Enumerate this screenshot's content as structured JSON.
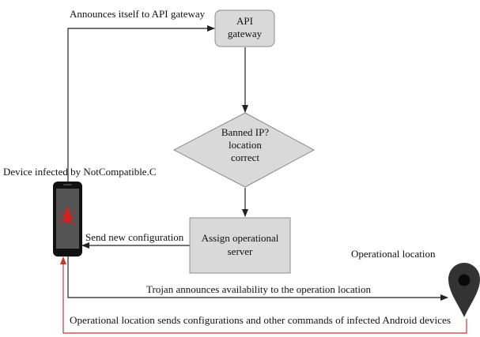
{
  "nodes": {
    "api_gateway": {
      "line1": "API",
      "line2": "gateway"
    },
    "decision": {
      "line1": "Banned IP?",
      "line2": "location",
      "line3": "correct"
    },
    "assign_server": {
      "line1": "Assign operational",
      "line2": "server"
    }
  },
  "labels": {
    "announces_gateway": "Announces itself to API gateway",
    "device_infected": "Device infected by NotCompatible.C",
    "send_config": "Send new configuration",
    "operational_location": "Operational location",
    "trojan_announces": "Trojan announces availability to the operation location",
    "op_location_sends": "Operational location sends configurations and other commands of infected Android devices"
  },
  "colors": {
    "node_fill": "#d9d9d9",
    "node_stroke": "#8c8c8c",
    "edge": "#222222",
    "return_edge": "#c0392b",
    "phone_body": "#111111",
    "phone_screen": "#555555",
    "bug_icon": "#d62020",
    "pin": "#333333"
  },
  "icons": {
    "device": "android-phone-icon",
    "malware": "bug-icon",
    "location": "map-pin-icon"
  }
}
